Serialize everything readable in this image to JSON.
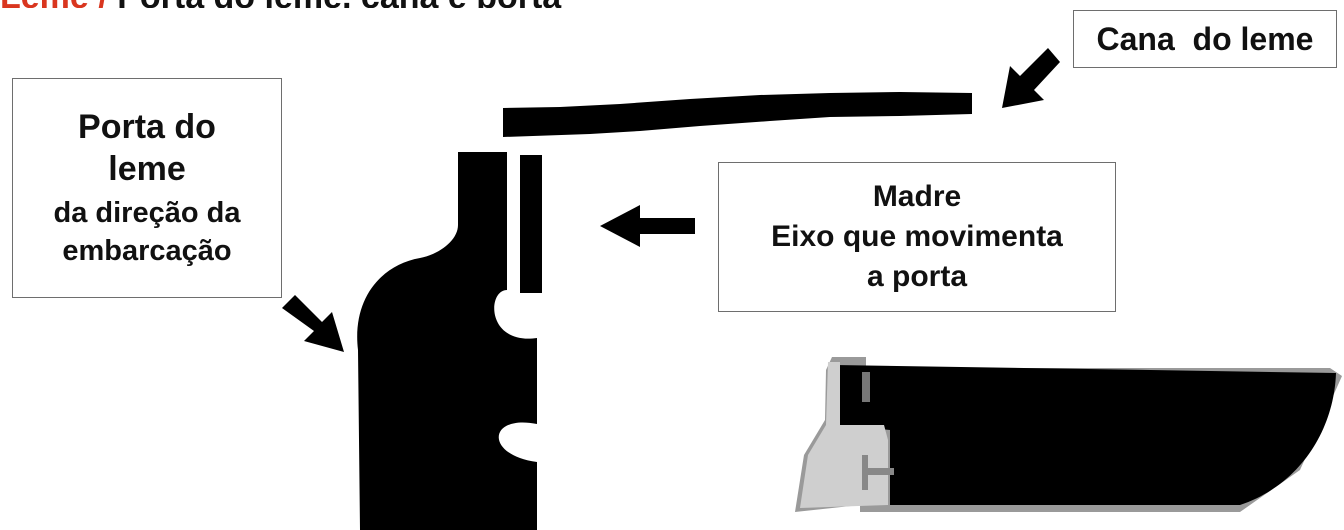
{
  "header": {
    "accent_text": "Leme",
    "slash": "/",
    "text": "Porta do leme, cana e porta"
  },
  "labels": {
    "cana": "Cana  do leme",
    "porta_line1": "Porta do",
    "porta_line2": "leme",
    "porta_line3": "da direção da",
    "porta_line4": "embarcação",
    "madre_line1": "Madre",
    "madre_line2": "Eixo que movimenta",
    "madre_line3": "a porta"
  },
  "colors": {
    "shape": "#000000",
    "box_border": "#6e6e6e",
    "accent": "#d9361f",
    "hull_grey": "#8a8a8a"
  },
  "icons": [
    "arrow-left-icon",
    "arrow-down-left-icon",
    "arrow-down-right-icon"
  ]
}
